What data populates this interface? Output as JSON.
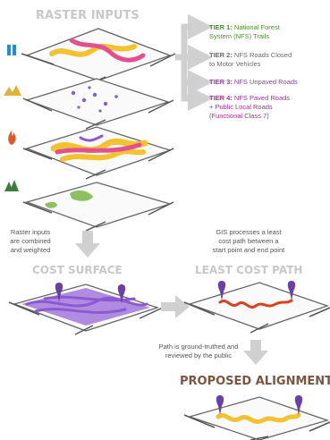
{
  "titles": {
    "raster_inputs": "RASTER INPUTS",
    "cost_surface": "COST SURFACE",
    "least_cost_path": "LEAST COST PATH",
    "proposed_alignment": "PROPOSED ALIGNMENT"
  },
  "tiers": [
    {
      "label": "TIER 1:",
      "line1": " National Forest",
      "line2": "System (NFS) Trails",
      "line3": "",
      "color": "#4c8a2e"
    },
    {
      "label": "TIER 2:",
      "line1": " NFS Roads Closed",
      "line2": "to Motor Vehicles",
      "line3": "",
      "color": "#6b6b6b"
    },
    {
      "label": "TIER 3:",
      "line1": " NFS Unpaved Roads",
      "line2": "",
      "line3": "",
      "color": "#8e3fa0"
    },
    {
      "label": "TIER 4:",
      "line1": " NFS Paved Roads",
      "line2": "+ Public Local Roads",
      "line3": "(Functional Class 7)",
      "color": "#a0338f"
    }
  ],
  "notes": {
    "combined_line1": "Raster inputs",
    "combined_line2": "are combined",
    "combined_line3": "and weighted",
    "gis_line1": "GIS processes a least",
    "gis_line2": "cost path between a",
    "gis_line3": "start point and end point",
    "ground_line1": "Path is ground-truthed and",
    "ground_line2": "reviewed by the public"
  },
  "icons": [
    "trail-blaze-icon",
    "mountains-icon",
    "fire-icon",
    "forest-icon"
  ],
  "colors": {
    "yellow": "#f2c230",
    "pink": "#e2508e",
    "purple": "#8a5ad0",
    "lavender": "#b08be0",
    "red": "#d8431f",
    "green": "#8cc060",
    "blue": "#1f8fd6",
    "title_gray": "#c8c8c8",
    "arrow_gray": "#d0d0d0",
    "brown_title": "#7a5540"
  }
}
